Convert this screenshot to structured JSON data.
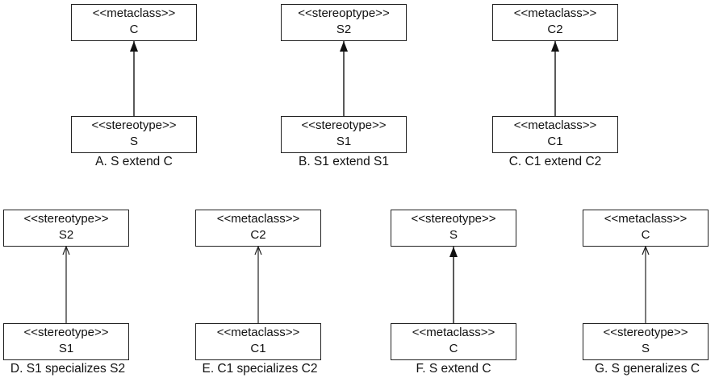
{
  "diagrams": [
    {
      "top": {
        "stereotype": "<<metaclass>>",
        "name": "C"
      },
      "bottom": {
        "stereotype": "<<stereotype>>",
        "name": "S"
      },
      "caption": "A. S extend C",
      "arrow": "filled"
    },
    {
      "top": {
        "stereotype": "<<stereoptype>>",
        "name": "S2"
      },
      "bottom": {
        "stereotype": "<<stereotype>>",
        "name": "S1"
      },
      "caption": "B. S1 extend S1",
      "arrow": "filled"
    },
    {
      "top": {
        "stereotype": "<<metaclass>>",
        "name": "C2"
      },
      "bottom": {
        "stereotype": "<<metaclass>>",
        "name": "C1"
      },
      "caption": "C. C1 extend C2",
      "arrow": "filled"
    },
    {
      "top": {
        "stereotype": "<<stereotype>>",
        "name": "S2"
      },
      "bottom": {
        "stereotype": "<<stereotype>>",
        "name": "S1"
      },
      "caption": "D. S1 specializes S2",
      "arrow": "open"
    },
    {
      "top": {
        "stereotype": "<<metaclass>>",
        "name": "C2"
      },
      "bottom": {
        "stereotype": "<<metaclass>>",
        "name": "C1"
      },
      "caption": "E. C1 specializes C2",
      "arrow": "open"
    },
    {
      "top": {
        "stereotype": "<<stereotype>>",
        "name": "S"
      },
      "bottom": {
        "stereotype": "<<metaclass>>",
        "name": "C"
      },
      "caption": "F. S extend C",
      "arrow": "filled"
    },
    {
      "top": {
        "stereotype": "<<metaclass>>",
        "name": "C"
      },
      "bottom": {
        "stereotype": "<<stereotype>>",
        "name": "S"
      },
      "caption": "G. S generalizes C",
      "arrow": "open"
    }
  ]
}
